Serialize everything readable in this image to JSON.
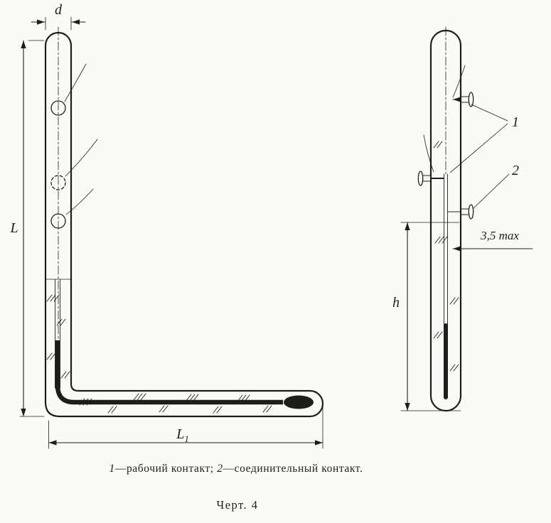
{
  "colors": {
    "ink": "#1f1d1a",
    "paper": "#fbfaf6"
  },
  "figure": {
    "caption": {
      "num1": "1",
      "part1": "—рабочий контакт; ",
      "num2": "2",
      "part2": "—соединительный контакт."
    },
    "figure_label": "Черт. 4",
    "dimensions": {
      "d": "d",
      "L": "L",
      "L1_base": "L",
      "L1_sub": "1",
      "h": "h",
      "max_note": "3,5 max"
    },
    "callouts": {
      "working_contact": "1",
      "connecting_contact": "2"
    }
  }
}
